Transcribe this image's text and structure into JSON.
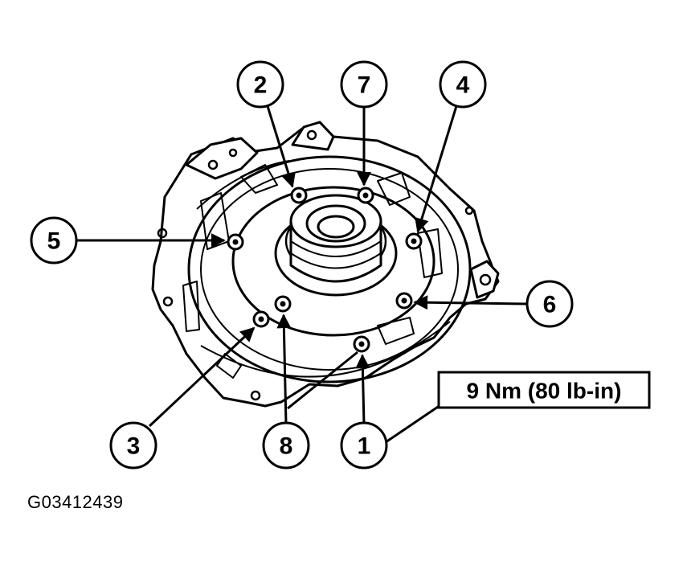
{
  "callouts": [
    {
      "id": "1",
      "label": "1"
    },
    {
      "id": "2",
      "label": "2"
    },
    {
      "id": "3",
      "label": "3"
    },
    {
      "id": "4",
      "label": "4"
    },
    {
      "id": "5",
      "label": "5"
    },
    {
      "id": "6",
      "label": "6"
    },
    {
      "id": "7",
      "label": "7"
    },
    {
      "id": "8",
      "label": "8"
    }
  ],
  "torque_spec": "9 Nm (80 lb-in)",
  "figure_id": "G03412439"
}
